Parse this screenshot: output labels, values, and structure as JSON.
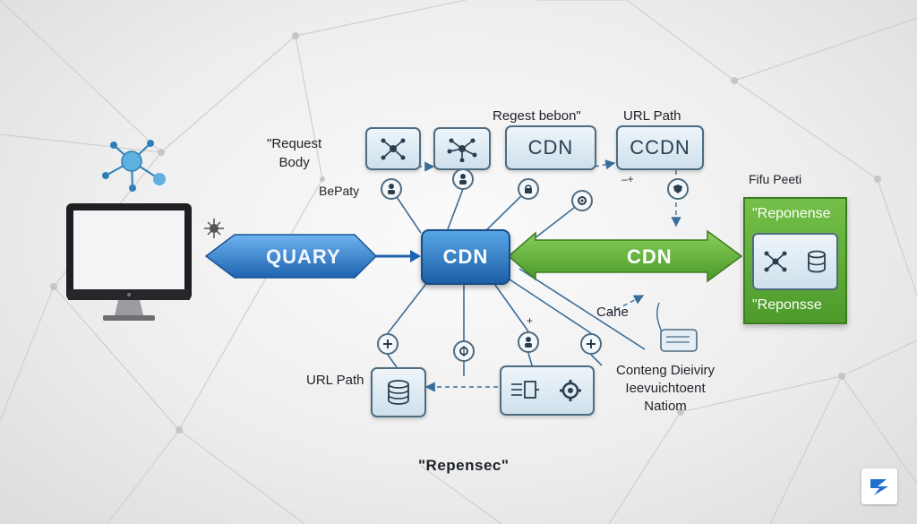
{
  "labels": {
    "request_body": "\"Request\nBody",
    "request_debon": "Regest bebon\"",
    "url_path_top": "URL Path",
    "bepaty": "BePaty",
    "fife_peeti": "Fifu Peeti",
    "cahe": "Cahe",
    "url_path_bottom": "URL Path",
    "content_delivery": "Conteng Dieiviry\nIeevuichtoent\nNatiom",
    "response_bottom": "\"Repensec\""
  },
  "nodes": {
    "center": "CDN",
    "query_arrow": "QUARY",
    "green_arrow": "CDN",
    "top_box_3": "CDN",
    "top_box_4": "CCDN"
  },
  "response_panel": {
    "top": "\"Reponense",
    "bottom": "\"Reponsse"
  },
  "colors": {
    "center_blue": "#1d5fa8",
    "query_blue": "#2f7fd0",
    "green": "#5aa834",
    "box_border": "#4e6b80"
  }
}
